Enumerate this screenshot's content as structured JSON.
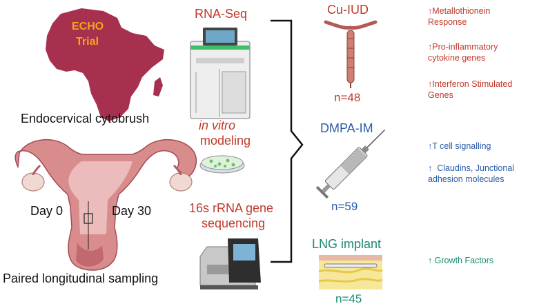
{
  "left": {
    "map_label_line1": "ECHO",
    "map_label_line2": "Trial",
    "cytobrush_label": "Endocervical cytobrush",
    "day0_label": "Day 0",
    "day30_label": "Day 30",
    "sampling_label": "Paired longitudinal sampling"
  },
  "methods": {
    "rnaseq_label": "RNA-Seq",
    "invitro_italic": "in vitro",
    "invitro_rest": "modeling",
    "seq16s_line1": "16s rRNA gene",
    "seq16s_line2": "sequencing"
  },
  "groups": {
    "cuiud": {
      "title": "Cu-IUD",
      "count": "n=48"
    },
    "dmpa": {
      "title": "DMPA-IM",
      "count": "n=59"
    },
    "lng": {
      "title": "LNG implant",
      "count": "n=45"
    }
  },
  "results": {
    "cuiud": [
      {
        "arrow": "↑",
        "line1": "Metallothionein",
        "line2": "Response"
      },
      {
        "arrow": "↑",
        "line1": "Pro-inflammatory",
        "line2": "cytokine genes"
      },
      {
        "arrow": "↑",
        "line1": "Interferon Stimulated",
        "line2": "Genes"
      }
    ],
    "dmpa": [
      {
        "arrow": "↑",
        "line1": "T cell signalling",
        "line2": ""
      },
      {
        "arrow": "↑",
        "line1": "  Claudins, Junctional",
        "line2": "adhesion molecules"
      }
    ],
    "lng": [
      {
        "arrow": "↑",
        "line1": " Growth Factors",
        "line2": ""
      }
    ]
  },
  "colors": {
    "red": "#c0392b",
    "blue": "#2a5ca8",
    "teal": "#1a8a72",
    "africa": "#a8304f",
    "echo_text": "#f3a51c"
  },
  "icons": [
    "africa-map-icon",
    "uterus-icon",
    "sequencer-icon",
    "petri-dish-icon",
    "qpcr-machine-icon",
    "iud-icon",
    "syringe-icon",
    "implant-icon"
  ]
}
